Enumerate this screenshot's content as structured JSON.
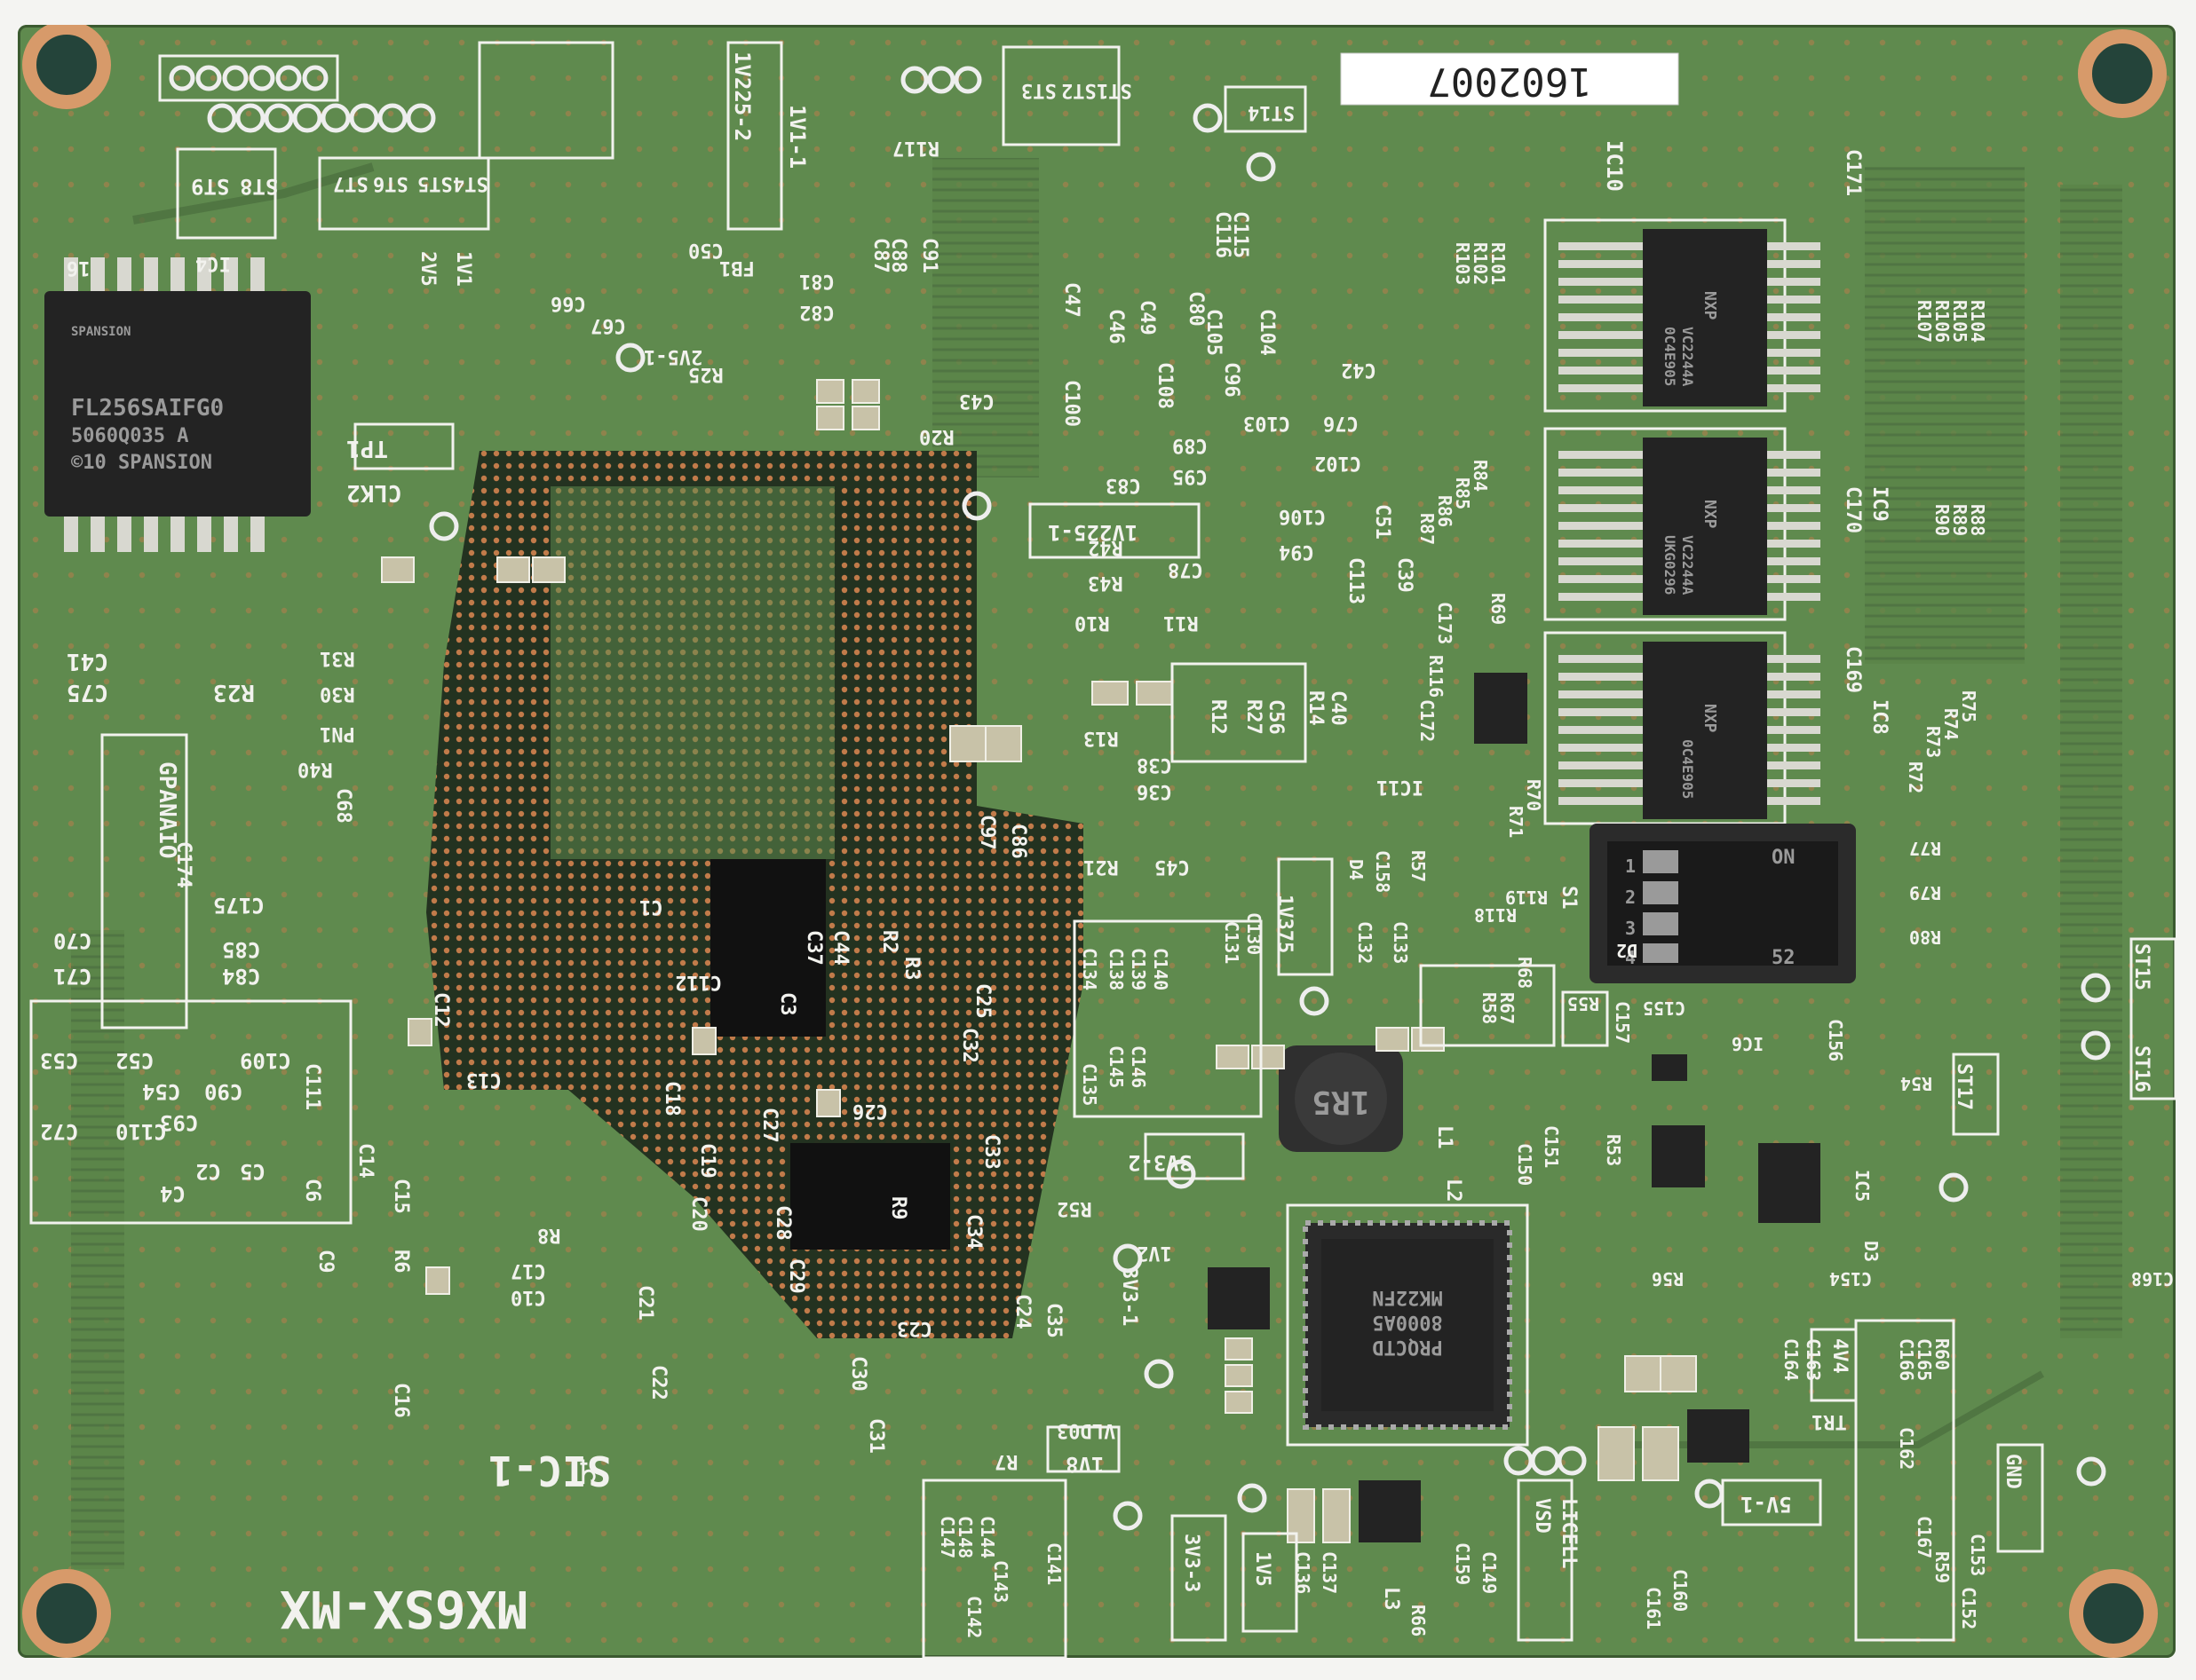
{
  "board": {
    "product_name": "MX6SX-MX",
    "serial_label": "1602007",
    "ul_mark": "SIC-1"
  },
  "chips": {
    "flash_brand": "SPANSION",
    "flash_part": "FL256SAIFG0",
    "flash_lot": "5060Q035 A",
    "flash_copyright": "©10 SPANSION",
    "mcu_part": "MK22FN",
    "mcu_code": "8000A5",
    "mcu_lot": "PRQCTD",
    "buffer_brand": "NXP",
    "buffer_part": "VC2244A",
    "buffer_code": "0C4E905",
    "buffer_lot": "UKG0296",
    "inductor_value": "1R5",
    "dip_on_label": "ON",
    "dip_numbers": [
      "1",
      "2",
      "3",
      "4"
    ],
    "dip_switch_id": "52"
  },
  "silkscreen": {
    "left": [
      "ST9",
      "ST8",
      "IC4",
      "16",
      "TP1",
      "CLK2",
      "C41",
      "C75",
      "R23",
      "GPANAIO",
      "C174",
      "C175",
      "C70",
      "C71",
      "C85",
      "C84",
      "C53",
      "C52",
      "C109",
      "C72",
      "C54",
      "C90",
      "C93",
      "C110",
      "C4",
      "C2",
      "C5",
      "C14",
      "C15",
      "C111",
      "C6",
      "C9",
      "R6",
      "C16"
    ],
    "top": [
      "ST7",
      "ST6",
      "ST5",
      "ST4",
      "2V5",
      "1V1",
      "1V225-2",
      "1V1-1",
      "ST3",
      "ST2",
      "ST1",
      "ST14",
      "R117",
      "C87",
      "C88",
      "C91",
      "FB1",
      "C50",
      "R25",
      "2V5-1",
      "C67",
      "C66",
      "C82",
      "C81"
    ],
    "center": [
      "C43",
      "R20",
      "R10",
      "R11",
      "C78",
      "R42",
      "R43",
      "R40",
      "C68",
      "PN1",
      "R31",
      "R30",
      "C12",
      "C13",
      "C3",
      "C1",
      "C112",
      "C37",
      "C44",
      "R2",
      "R3",
      "C25",
      "C26",
      "C27",
      "C19",
      "C18",
      "C20",
      "C28",
      "C29",
      "R9",
      "C34",
      "C32",
      "C33",
      "C24",
      "C23",
      "C35",
      "C30",
      "C31",
      "C21",
      "C22",
      "R8",
      "C17",
      "C10",
      "C97",
      "C86",
      "R13",
      "C38",
      "C36",
      "C45",
      "R21"
    ],
    "center_right": [
      "C104",
      "C103",
      "C76",
      "C102",
      "C105",
      "C96",
      "C95",
      "C89",
      "C83",
      "C108",
      "C49",
      "C80",
      "C46",
      "C47",
      "C100",
      "C106",
      "C94",
      "C51",
      "C113",
      "C39",
      "1V225-1",
      "C40",
      "R14",
      "C56",
      "R27",
      "R12",
      "C42",
      "C115",
      "C116"
    ],
    "right": [
      "IC10",
      "C171",
      "R101",
      "R102",
      "R103",
      "R104",
      "R105",
      "R106",
      "R107",
      "R84",
      "R85",
      "R86",
      "R87",
      "R88",
      "R89",
      "R90",
      "IC9",
      "C170",
      "R69",
      "R70",
      "R71",
      "R72",
      "R73",
      "R74",
      "R75",
      "IC8",
      "C169",
      "C172",
      "C173",
      "IC11",
      "R116",
      "R57",
      "C158",
      "D4",
      "R118",
      "R119",
      "S1",
      "R77",
      "R79",
      "R80",
      "ST15",
      "ST16",
      "ST17",
      "R54",
      "C156",
      "C155",
      "R55",
      "IC6",
      "IC5",
      "D2",
      "D3",
      "R56",
      "C154",
      "C168",
      "4V4",
      "C163",
      "C164",
      "TR1",
      "5V-1",
      "GND",
      "C162",
      "C167",
      "R59",
      "C165",
      "C166",
      "R60",
      "C157"
    ],
    "bottom": [
      "1V375",
      "C130",
      "C131",
      "C132",
      "C133",
      "C134",
      "C135",
      "C138",
      "C139",
      "C140",
      "C145",
      "C146",
      "R58",
      "R67",
      "R68",
      "C160",
      "C161",
      "C150",
      "L1",
      "L2",
      "L3",
      "3V3-2",
      "R52",
      "1V2",
      "3V3-1",
      "1V8",
      "VLD03",
      "R7",
      "C141",
      "C142",
      "C143",
      "C144",
      "C147",
      "C148",
      "3V3-3",
      "1V5",
      "C136",
      "C137",
      "C159",
      "R66",
      "C149",
      "VSD",
      "LICELL",
      "C152",
      "C153",
      "R53",
      "C151"
    ]
  }
}
